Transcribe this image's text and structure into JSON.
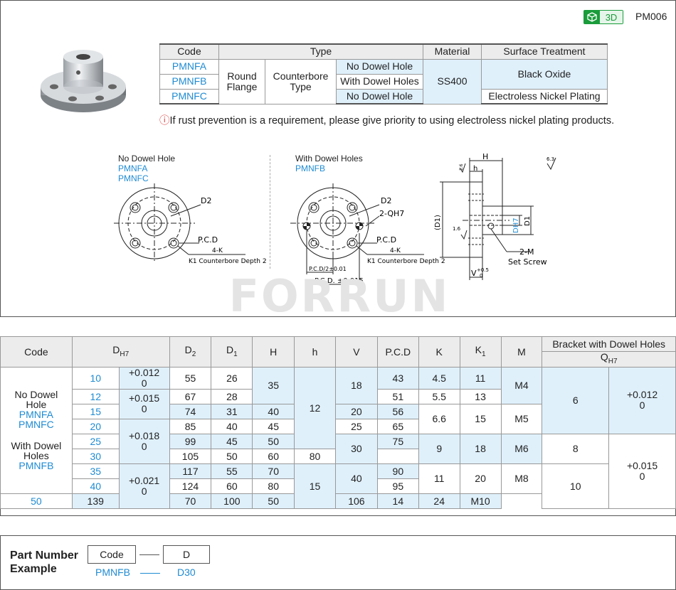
{
  "header": {
    "badge_3d": "3D",
    "code": "PM006",
    "badge_color": "#1a9c3b"
  },
  "spec_table": {
    "headers": {
      "code": "Code",
      "type": "Type",
      "material": "Material",
      "surface": "Surface Treatment"
    },
    "codes": [
      "PMNFA",
      "PMNFB",
      "PMNFC"
    ],
    "type_shape": [
      "Round",
      "Flange"
    ],
    "type_bore": [
      "Counterbore",
      "Type"
    ],
    "dowel": [
      "No Dowel Hole",
      "With Dowel Holes",
      "No Dowel Hole"
    ],
    "material": "SS400",
    "surface": [
      "Black Oxide",
      "Electroless Nickel Plating"
    ]
  },
  "note": {
    "icon": "ⓘ",
    "text": "If rust prevention is a requirement, please give priority to using electroless nickel plating products."
  },
  "diagrams": {
    "left": {
      "title": "No Dowel Hole",
      "codes": [
        "PMNFA",
        "PMNFC"
      ],
      "labels": {
        "d2": "D2",
        "pcd": "P.C.D",
        "k": "4-K",
        "k1": "K1 Counterbore Depth 2"
      }
    },
    "middle": {
      "title": "With Dowel Holes",
      "codes": [
        "PMNFB"
      ],
      "labels": {
        "d2": "D2",
        "q": "2-QH7",
        "pcd": "P.C.D",
        "k": "4-K",
        "k1": "K1 Counterbore Depth 2",
        "pcd2": "P.C.D/2±0.01",
        "pcd_tol": "P.C.D. ±0.015"
      }
    },
    "right": {
      "labels": {
        "h_top": "H",
        "h_small": "h",
        "dim16": "1.6",
        "d1": "(D1)",
        "dh7": "DH7",
        "d1r": "D1",
        "m": "2-M",
        "set": "Set Screw",
        "v": "V",
        "v_tol_plus": "+0.5",
        "v_tol_zero": "0",
        "rough": "6.3"
      }
    }
  },
  "watermark": "FORRUN",
  "dim_table": {
    "headers": {
      "code": "Code",
      "dh7": "DH7",
      "d2": "D2",
      "d1": "D1",
      "H": "H",
      "h": "h",
      "V": "V",
      "pcd": "P.C.D",
      "K": "K",
      "K1": "K1",
      "M": "M",
      "bracket": "Bracket with Dowel Holes",
      "qh7": "QH7"
    },
    "code_labels": {
      "no_dowel": [
        "No Dowel",
        "Hole"
      ],
      "no_dowel_codes": [
        "PMNFA",
        "PMNFC"
      ],
      "with_dowel": [
        "With Dowel",
        "Holes"
      ],
      "with_dowel_codes": [
        "PMNFB"
      ]
    },
    "d_values": [
      "10",
      "12",
      "15",
      "20",
      "25",
      "30",
      "35",
      "40",
      "50"
    ],
    "d_tol": [
      [
        "+0.012",
        "0"
      ],
      [
        "+0.015",
        "0"
      ],
      [
        "+0.018",
        "0"
      ],
      [
        "+0.021",
        "0"
      ]
    ],
    "d2": [
      "55",
      "67",
      "74",
      "85",
      "99",
      "105",
      "117",
      "124",
      "139"
    ],
    "d1": [
      "26",
      "28",
      "31",
      "40",
      "45",
      "50",
      "55",
      "60",
      "70"
    ],
    "H": [
      "35",
      "40",
      "45",
      "50",
      "60",
      "70",
      "80",
      "100"
    ],
    "h": [
      "12",
      "15"
    ],
    "V": [
      "18",
      "20",
      "25",
      "30",
      "40",
      "50"
    ],
    "pcd": [
      "43",
      "51",
      "56",
      "65",
      "75",
      "80",
      "90",
      "95",
      "106"
    ],
    "K": [
      "4.5",
      "5.5",
      "6.6",
      "9",
      "11",
      "14"
    ],
    "K1": [
      "11",
      "13",
      "15",
      "18",
      "20",
      "24"
    ],
    "M": [
      "M4",
      "M5",
      "M6",
      "M8",
      "M10"
    ],
    "Q": [
      "6",
      "8",
      "10"
    ],
    "Q_tol": [
      [
        "+0.012",
        "0"
      ],
      [
        "+0.015",
        "0"
      ]
    ]
  },
  "part_number": {
    "title": [
      "Part Number",
      "Example"
    ],
    "box_code": "Code",
    "box_d": "D",
    "ex_code": "PMNFB",
    "ex_d": "D30"
  }
}
